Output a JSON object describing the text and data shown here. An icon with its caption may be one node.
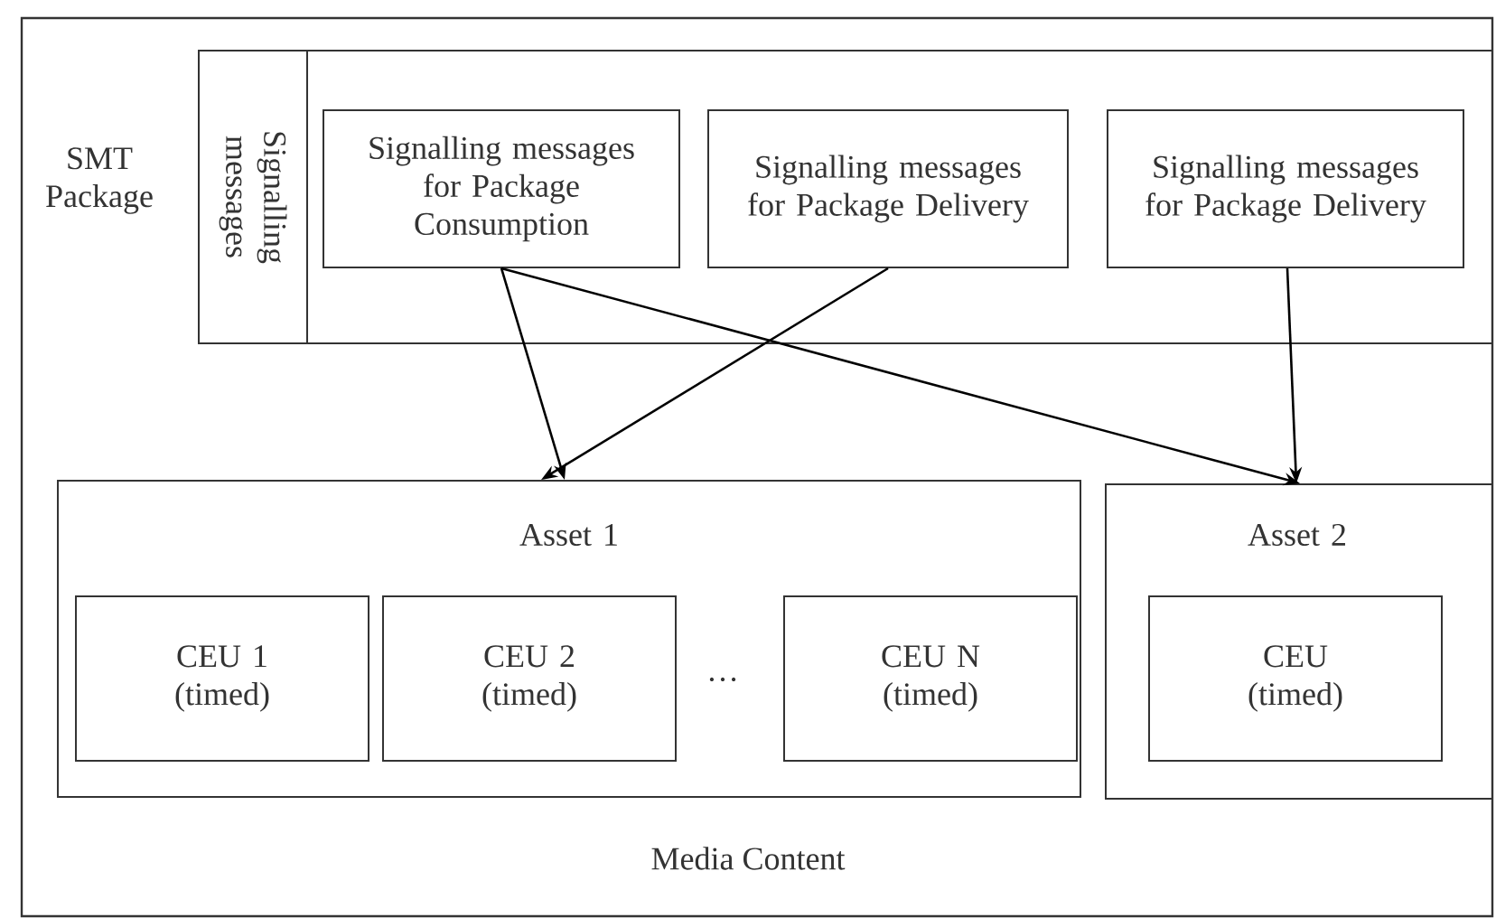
{
  "diagram": {
    "nodes": [
      {
        "text": [
          "SMT Package"
        ]
      },
      {
        "text": [],
        "shape": "box",
        "in": 0
      },
      {
        "text": [
          "Signalling messages"
        ],
        "in": 1
      },
      {
        "text": [
          "Signalling messages for Package Consumption"
        ],
        "in": 1
      },
      {
        "text": [
          "Signalling messages for Package Delivery"
        ],
        "in": 1
      },
      {
        "text": [
          "Signalling messages for Package Delivery"
        ],
        "in": 1
      },
      {
        "text": [
          "Asset 1"
        ],
        "in": 0
      },
      {
        "text": [
          "CEU 1 (timed)"
        ],
        "in": 6
      },
      {
        "text": [
          "CEU 2 (timed)"
        ],
        "in": 6
      },
      {
        "text": [
          "CEU N (timed)"
        ],
        "in": 6
      },
      {
        "text": [
          "Asset 2"
        ],
        "in": 0
      },
      {
        "text": [
          "CEU (timed)"
        ],
        "in": 10
      }
    ],
    "edges": [
      {
        "from": 3,
        "to": 6,
        "arrow": "to"
      },
      {
        "from": 4,
        "to": 6,
        "arrow": "to"
      },
      {
        "from": 3,
        "to": 10,
        "arrow": "to"
      },
      {
        "from": 5,
        "to": 10,
        "arrow": "to"
      }
    ],
    "labels": [
      "…",
      "Media Content"
    ]
  }
}
